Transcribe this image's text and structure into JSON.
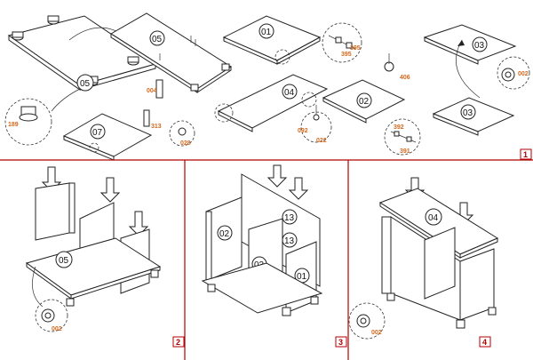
{
  "steps": {
    "s1": "1",
    "s2": "2",
    "s3": "3",
    "s4": "4"
  },
  "panels": {
    "p05a": "05",
    "p05b": "05",
    "p01": "01",
    "p04": "04",
    "p02": "02",
    "p03a": "03",
    "p03b": "03",
    "p07": "07",
    "s2_05": "05",
    "s3_02": "02",
    "s3_13a": "13",
    "s3_13b": "13",
    "s3_03": "03",
    "s3_01": "01",
    "s4_04": "04"
  },
  "hardware": {
    "h189": "189",
    "h004": "004",
    "h313": "313",
    "h028": "028",
    "h395a": "395",
    "h395b": "395",
    "h406": "406",
    "h002a": "002",
    "h092": "092",
    "h022": "022",
    "h392": "392",
    "h391": "391",
    "h002b": "002",
    "h002c": "002"
  }
}
